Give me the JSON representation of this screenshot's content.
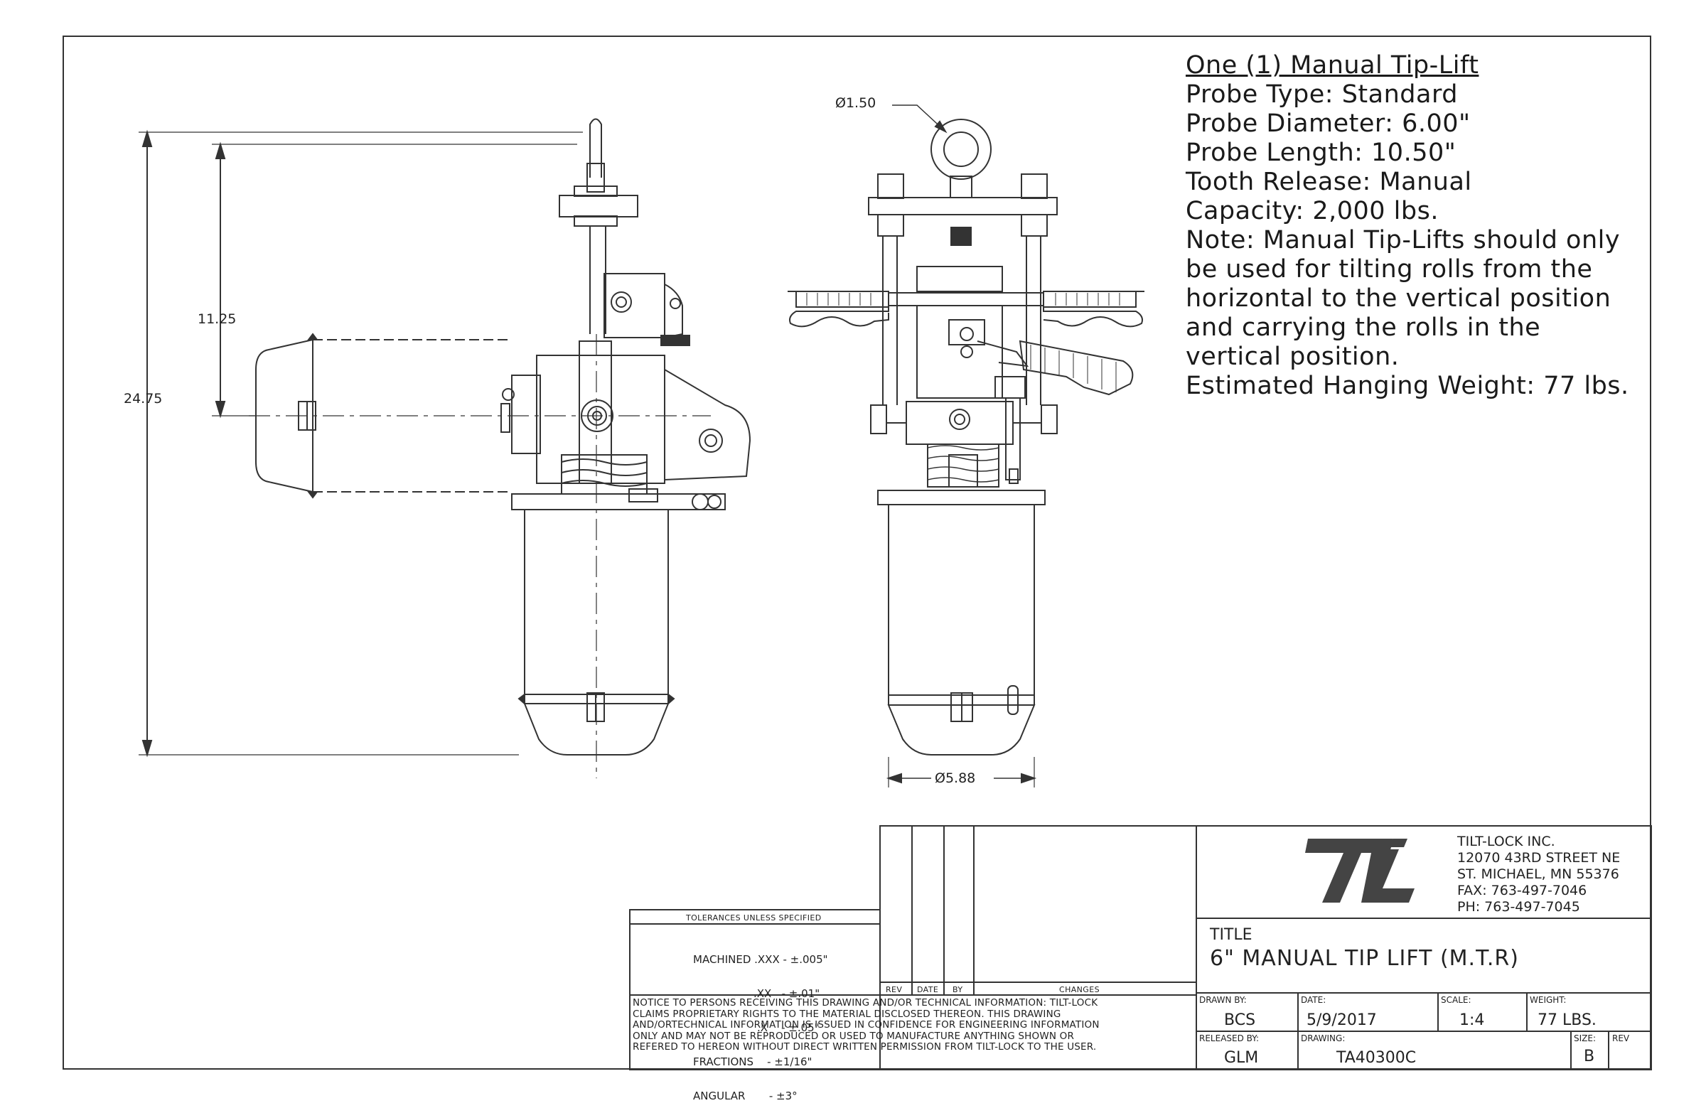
{
  "notes": {
    "heading": "One (1) Manual Tip-Lift",
    "lines": [
      "Probe Type: Standard",
      "Probe Diameter: 6.00\"",
      "Probe Length: 10.50\"",
      "Tooth Release: Manual",
      "Capacity: 2,000 lbs.",
      "Note: Manual Tip-Lifts should only",
      "be used for tilting rolls from the",
      "horizontal to the vertical position",
      "and carrying the rolls in the",
      "vertical position.",
      "Estimated Hanging  Weight: 77 lbs."
    ]
  },
  "dimensions": {
    "overall_height": "24.75",
    "pivot_height": "11.25",
    "eye_diameter": "Ø1.50",
    "body_diameter": "Ø5.88"
  },
  "tolerances": {
    "header": "TOLERANCES UNLESS SPECIFIED",
    "lines": [
      "MACHINED .XXX - ±.005\"",
      ".XX   - ±.01\"",
      ".X    - ±.05\"",
      "FRACTIONS    - ±1/16\"",
      "ANGULAR       - ±3°"
    ]
  },
  "revision_table": {
    "headers": [
      "REV",
      "DATE",
      "BY",
      "CHANGES"
    ]
  },
  "notice": [
    "NOTICE TO PERSONS RECEIVING THIS DRAWING AND/OR TECHNICAL INFORMATION: TILT-LOCK",
    "CLAIMS PROPRIETARY RIGHTS TO THE MATERIAL DISCLOSED THEREON.  THIS DRAWING",
    "AND/ORTECHNICAL INFORMATION IS ISSUED IN CONFIDENCE FOR ENGINEERING INFORMATION",
    "ONLY AND MAY NOT BE REPRODUCED OR USED TO MANUFACTURE ANYTHING SHOWN OR",
    "REFERED TO HEREON WITHOUT DIRECT WRITTEN PERMISSION FROM TILT-LOCK TO THE USER."
  ],
  "company": {
    "lines": [
      "TILT-LOCK INC.",
      "12070 43RD STREET NE",
      "ST. MICHAEL, MN 55376",
      "FAX: 763-497-7046",
      "PH: 763-497-7045"
    ]
  },
  "title_block": {
    "title_label": "TITLE",
    "title": "6\" MANUAL TIP LIFT (M.T.R)",
    "drawn_by_label": "DRAWN BY:",
    "drawn_by": "BCS",
    "date_label": "DATE:",
    "date": "5/9/2017",
    "scale_label": "SCALE:",
    "scale": "1:4",
    "weight_label": "WEIGHT:",
    "weight": "77 LBS.",
    "released_by_label": "RELEASED BY:",
    "released_by": "GLM",
    "drawing_label": "DRAWING:",
    "drawing": "TA40300C",
    "size_label": "SIZE:",
    "size": "B",
    "rev_label": "REV",
    "rev": ""
  },
  "colors": {
    "line": "#333333",
    "paper": "#ffffff",
    "logo": "#444444"
  }
}
